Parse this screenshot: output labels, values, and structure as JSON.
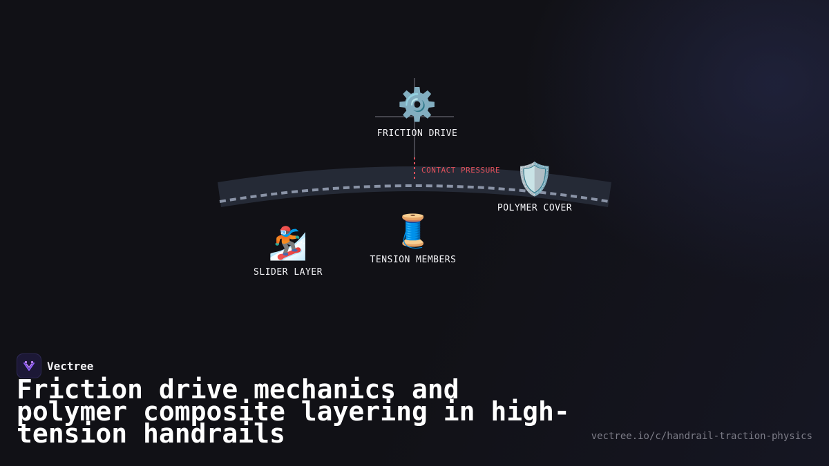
{
  "diagram": {
    "nodes": {
      "friction_drive": {
        "icon": "gear-icon",
        "emoji": "⚙️",
        "label": "FRICTION DRIVE"
      },
      "polymer_cover": {
        "icon": "shield-icon",
        "emoji": "🛡️",
        "label": "POLYMER COVER"
      },
      "tension_members": {
        "icon": "thread-spool-icon",
        "emoji": "🧵",
        "label": "TENSION MEMBERS"
      },
      "slider_layer": {
        "icon": "snowboarder-icon",
        "emoji": "🏂",
        "label": "SLIDER LAYER"
      }
    },
    "contact_label": "CONTACT PRESSURE",
    "colors": {
      "band": "#252a36",
      "dash": "#8a93a6",
      "pressure": "#e0505a",
      "crosshair": "#55555e"
    }
  },
  "brand": {
    "name": "Vectree",
    "logo_icon": "vectree-logo-icon",
    "accent": "#8b5cf6"
  },
  "headline": "Friction drive mechanics and polymer composite layering in high-tension handrails",
  "url": "vectree.io/c/handrail-traction-physics"
}
